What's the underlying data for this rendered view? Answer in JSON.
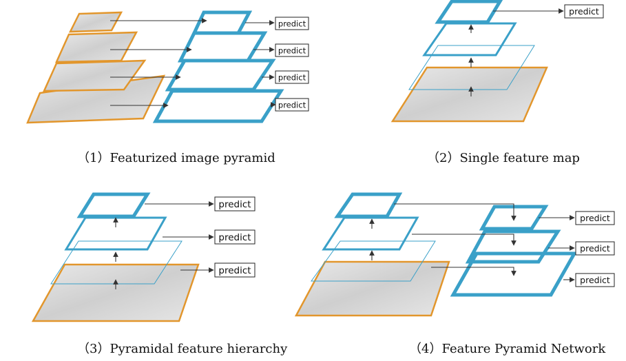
{
  "labels": {
    "predict": "predict"
  },
  "captions": {
    "panel1": "（1）Featurized image pyramid",
    "panel2": "（2）Single feature map",
    "panel3": "（3）Pyramidal feature hierarchy",
    "panel4": "（4）Feature Pyramid Network"
  },
  "colors": {
    "feature_map": "#3aa0c8",
    "image_border": "#e2962c",
    "image_fill": "#dcdcdc"
  }
}
